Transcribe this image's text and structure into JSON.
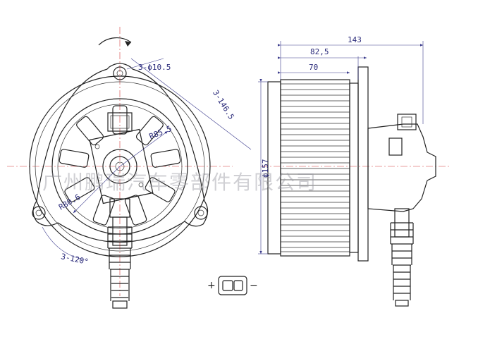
{
  "dimensions": {
    "overall_length": "143",
    "body_length": "82,5",
    "wheel_length": "70",
    "mount_holes": "3-ϕ10.5",
    "hole_pitch": "3-146.5",
    "angle": "3-120°",
    "diameter": "ϕ157",
    "radius_outer": "R85.5",
    "radius_inner": "R80.6"
  },
  "connector": {
    "plus": "+",
    "minus": "−"
  },
  "watermark": "广州鹏瑞汽车零部件有限公司"
}
